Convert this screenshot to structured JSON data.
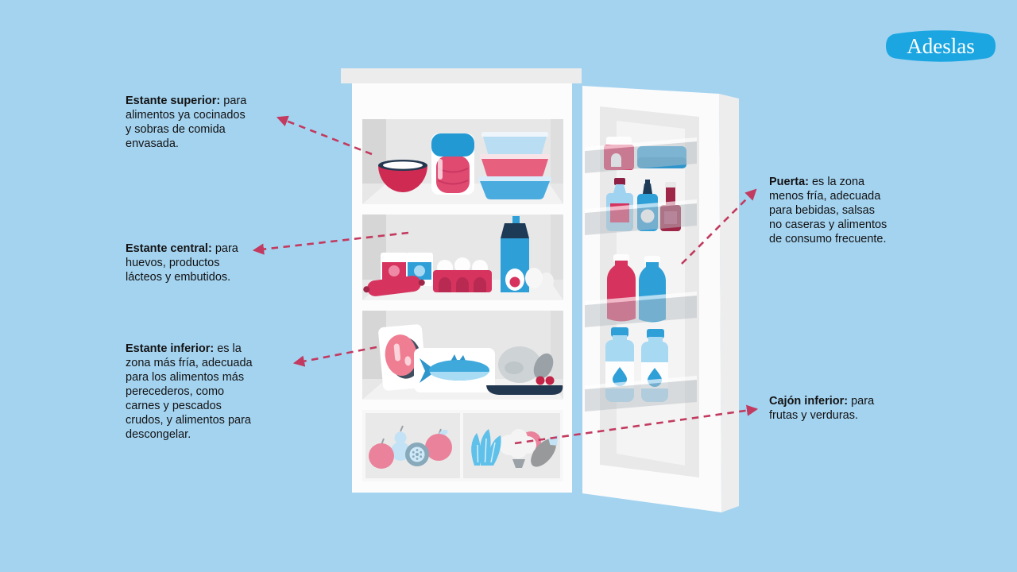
{
  "logo": {
    "text": "Adeslas",
    "color": "#1ba6e1"
  },
  "background_color": "#a4d3f0",
  "arrow_color": "#c23a5f",
  "labels": [
    {
      "id": "estante-superior",
      "bold": "Estante superior:",
      "rest": " para\nalimentos ya cocinados\ny sobras de comida\nenvasada."
    },
    {
      "id": "estante-central",
      "bold": "Estante central:",
      "rest": " para\nhuevos, productos\nlácteos y embutidos."
    },
    {
      "id": "estante-inferior",
      "bold": "Estante inferior:",
      "rest": " es la\nzona más fría, adecuada\npara los alimentos más\nperecederos, como\ncarnes y pescados\ncrudos, y alimentos para\ndescongelar."
    },
    {
      "id": "puerta",
      "bold": "Puerta:",
      "rest": " es la zona\nmenos fría, adecuada\npara bebidas, salsas\nno caseras y alimentos\nde consumo frecuente."
    },
    {
      "id": "cajon-inferior",
      "bold": "Cajón inferior:",
      "rest": " para\nfrutas y verduras."
    }
  ]
}
